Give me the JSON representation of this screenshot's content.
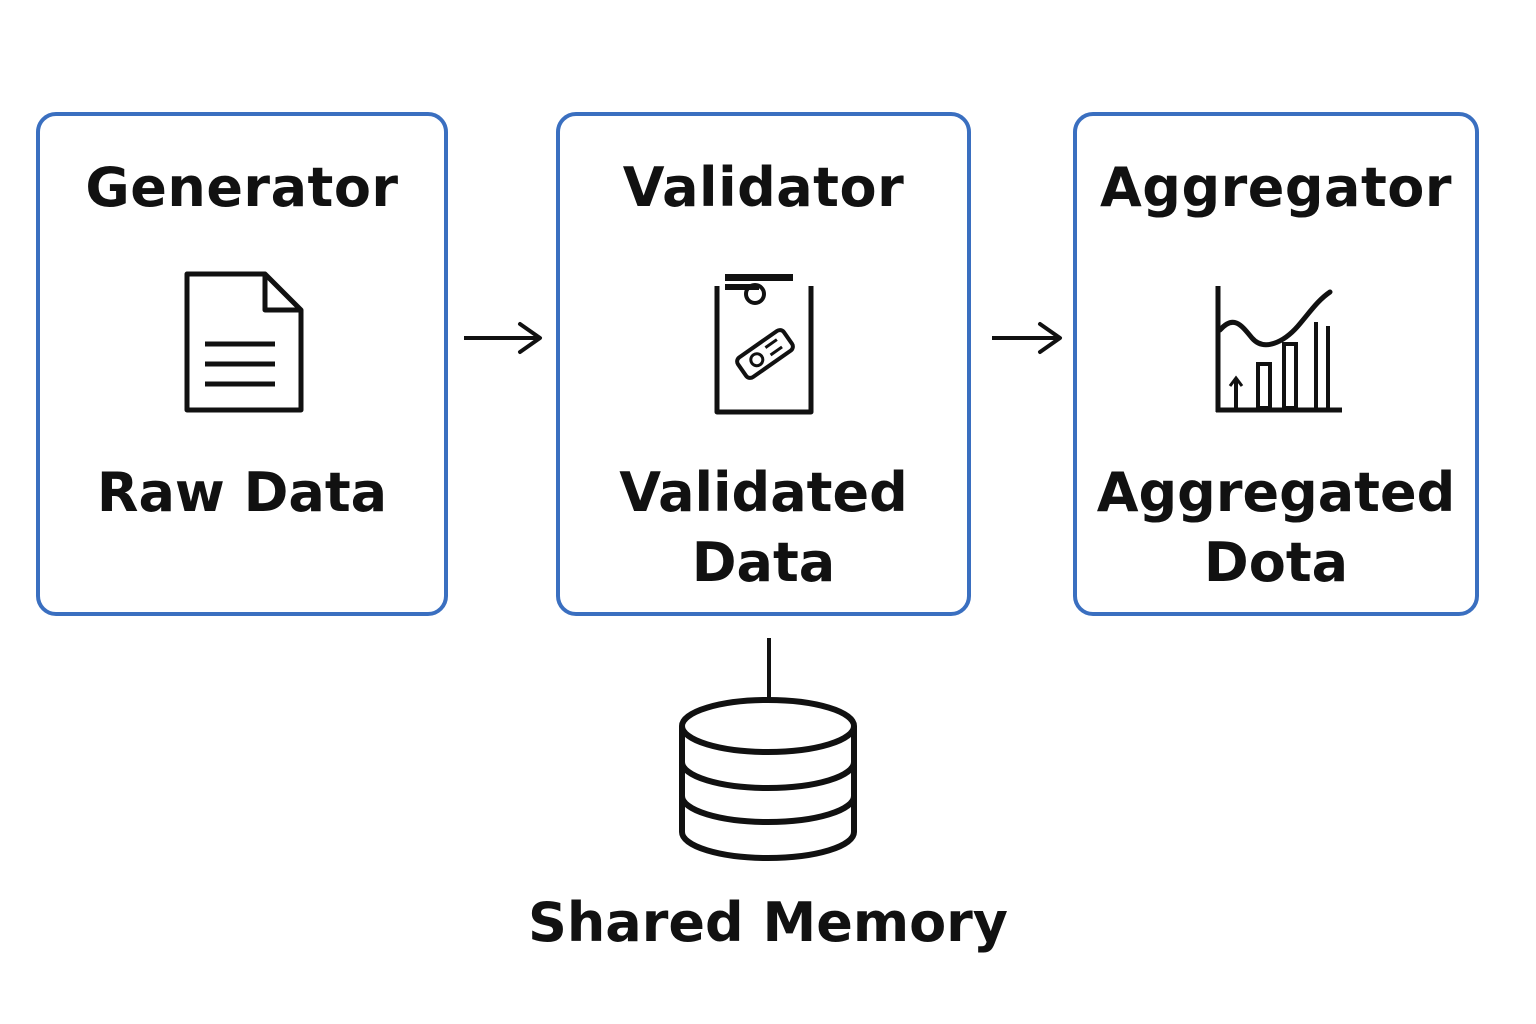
{
  "stages": [
    {
      "title": "Generator",
      "icon": "document-icon",
      "output_lines": [
        "Raw Data"
      ]
    },
    {
      "title": "Validator",
      "icon": "clipboard-check-icon",
      "output_lines": [
        "Validated",
        "Data"
      ]
    },
    {
      "title": "Aggregator",
      "icon": "bar-chart-icon",
      "output_lines": [
        "Aggregated",
        "Dota"
      ]
    }
  ],
  "storage": {
    "label": "Shared Memory",
    "icon": "database-icon"
  },
  "colors": {
    "box_border": "#3a6fc0",
    "ink": "#111111",
    "background": "#ffffff"
  }
}
